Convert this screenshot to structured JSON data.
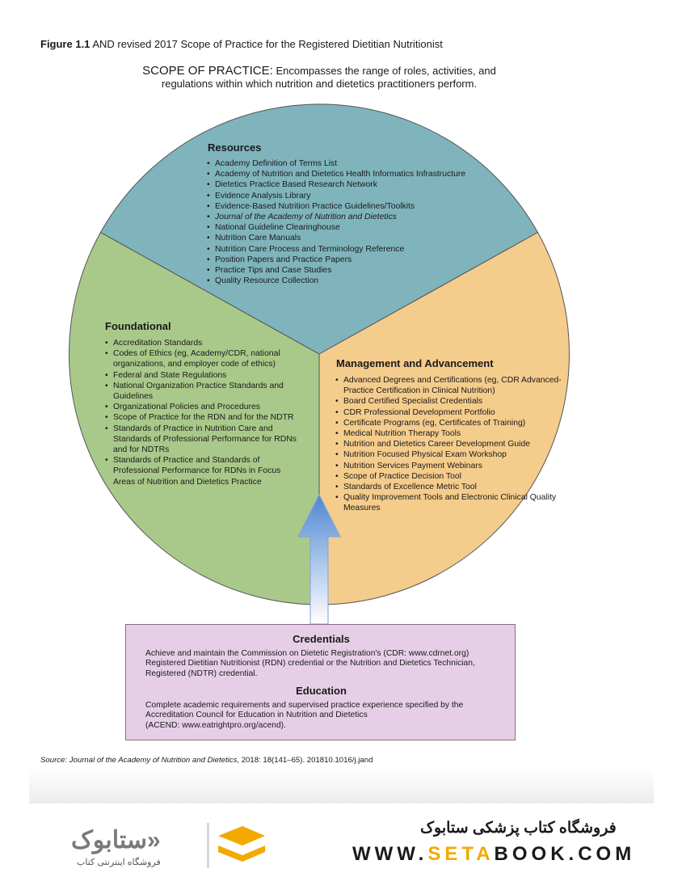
{
  "figure": {
    "label": "Figure 1.1",
    "caption": "AND revised 2017 Scope of Practice for the Registered Dietitian Nutritionist"
  },
  "scope": {
    "heading": "SCOPE OF PRACTICE:",
    "line1": "Encompasses the range of roles, activities, and",
    "line2": "regulations within which nutrition and dietetics practitioners perform."
  },
  "resources": {
    "title": "Resources",
    "items": [
      "Academy Definition of Terms List",
      "Academy of Nutrition and Dietetics Health Informatics Infrastructure",
      "Dietetics Practice Based Research Network",
      "Evidence Analysis Library",
      "Evidence-Based Nutrition Practice Guidelines/Toolkits",
      "Journal of the Academy of Nutrition and Dietetics",
      "National Guideline Clearinghouse",
      "Nutrition Care Manuals",
      "Nutrition Care Process and Terminology Reference",
      "Position Papers and Practice Papers",
      "Practice Tips and Case Studies",
      "Quality Resource Collection"
    ]
  },
  "foundational": {
    "title": "Foundational",
    "items": [
      "Accreditation Standards",
      "Codes of Ethics (eg, Academy/CDR, national organizations, and employer code of ethics)",
      "Federal and State Regulations",
      "National Organization Practice Standards and Guidelines",
      "Organizational Policies and Procedures",
      "Scope of Practice for the RDN and for the NDTR",
      "Standards of Practice in Nutrition Care and Standards of Professional Performance for RDNs and for NDTRs",
      "Standards of Practice and Standards of Professional Performance for RDNs in Focus Areas of Nutrition and Dietetics Practice"
    ]
  },
  "management": {
    "title": "Management and Advancement",
    "items": [
      "Advanced Degrees and Certifications (eg, CDR Advanced-Practice Certification in Clinical Nutrition)",
      "Board Certified Specialist Credentials",
      "CDR Professional Development Portfolio",
      "Certificate Programs (eg, Certificates of Training)",
      "Medical Nutrition Therapy Tools",
      "Nutrition and Dietetics Career Development Guide",
      "Nutrition Focused Physical Exam Workshop",
      "Nutrition Services Payment Webinars",
      "Scope of Practice Decision Tool",
      "Standards of Excellence Metric Tool",
      "Quality Improvement Tools and Electronic Clinical Quality Measures"
    ]
  },
  "credentials": {
    "title": "Credentials",
    "text1": "Achieve and maintain the Commission on Dietetic Registration's (CDR: www.cdrnet.org)",
    "text2": "Registered Dietitian Nutritionist (RDN) credential or the Nutrition and Dietetics Technician,",
    "text3": "Registered (NDTR) credential."
  },
  "education": {
    "title": "Education",
    "text1": "Complete academic requirements and supervised practice experience specified by the",
    "text2": "Accreditation Council for Education in Nutrition and Dietetics",
    "text3": "(ACEND: www.eatrightpro.org/acend)."
  },
  "source": {
    "label": "Source:",
    "journal": "Journal of the Academy of Nutrition and Dietetics",
    "citation": ", 2018: 18(141–65). 201810.1016/j.jand"
  },
  "footer": {
    "logo_text": "«ستابوک",
    "logo_sub": "فروشگاه اینترنتی کتاب",
    "store_name_fa": "فروشگاه کتاب پزشکی ستابوک",
    "web_prefix": "WWW.",
    "web_brand": "SETA",
    "web_suffix": "BOOK.COM"
  },
  "colors": {
    "resources": "#7fb4bd",
    "foundational": "#a9c98a",
    "management": "#f4cc8c",
    "credentials_box": "#e6cfe6",
    "arrow": "#5b8fd6",
    "accent": "#f2a900"
  }
}
